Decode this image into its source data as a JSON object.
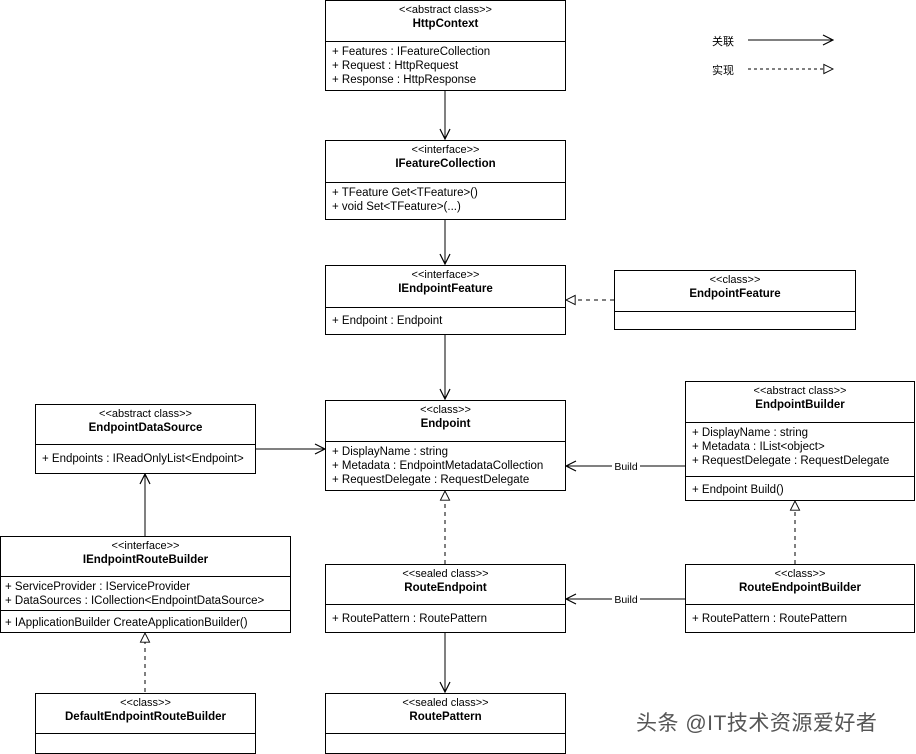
{
  "legend": {
    "association": "关联",
    "realization": "实现"
  },
  "edge_labels": {
    "build": "Build"
  },
  "classes": {
    "http_context": {
      "stereotype": "<<abstract class>>",
      "name": "HttpContext",
      "attributes": [
        "+ Features : IFeatureCollection",
        "+ Request : HttpRequest",
        "+ Response : HttpResponse"
      ],
      "operations": []
    },
    "ifeature_collection": {
      "stereotype": "<<interface>>",
      "name": "IFeatureCollection",
      "attributes": [
        "+ TFeature Get<TFeature>()",
        "+ void Set<TFeature>(...)"
      ],
      "operations": []
    },
    "iendpoint_feature": {
      "stereotype": "<<interface>>",
      "name": "IEndpointFeature",
      "attributes": [
        "+ Endpoint : Endpoint"
      ],
      "operations": []
    },
    "endpoint_feature": {
      "stereotype": "<<class>>",
      "name": "EndpointFeature",
      "attributes": [],
      "operations": []
    },
    "endpoint": {
      "stereotype": "<<class>>",
      "name": "Endpoint",
      "attributes": [
        "+ DisplayName : string",
        "+ Metadata : EndpointMetadataCollection",
        "+ RequestDelegate : RequestDelegate"
      ],
      "operations": []
    },
    "endpoint_data_source": {
      "stereotype": "<<abstract class>>",
      "name": "EndpointDataSource",
      "attributes": [
        "+ Endpoints : IReadOnlyList<Endpoint>"
      ],
      "operations": []
    },
    "endpoint_builder": {
      "stereotype": "<<abstract class>>",
      "name": "EndpointBuilder",
      "attributes": [
        "+ DisplayName : string",
        "+ Metadata : IList<object>",
        "+ RequestDelegate : RequestDelegate"
      ],
      "operations": [
        "+ Endpoint Build()"
      ]
    },
    "iendpoint_route_builder": {
      "stereotype": "<<interface>>",
      "name": "IEndpointRouteBuilder",
      "attributes": [
        "+ ServiceProvider : IServiceProvider",
        "+ DataSources : ICollection<EndpointDataSource>"
      ],
      "operations": [
        "+ IApplicationBuilder CreateApplicationBuilder()"
      ]
    },
    "route_endpoint": {
      "stereotype": "<<sealed class>>",
      "name": "RouteEndpoint",
      "attributes": [
        "+ RoutePattern : RoutePattern"
      ],
      "operations": []
    },
    "route_endpoint_builder": {
      "stereotype": "<<class>>",
      "name": "RouteEndpointBuilder",
      "attributes": [
        "+ RoutePattern : RoutePattern"
      ],
      "operations": []
    },
    "default_endpoint_route_builder": {
      "stereotype": "<<class>>",
      "name": "DefaultEndpointRouteBuilder",
      "attributes": [],
      "operations": []
    },
    "route_pattern": {
      "stereotype": "<<sealed class>>",
      "name": "RoutePattern",
      "attributes": [],
      "operations": []
    }
  },
  "watermark": "头条 @IT技术资源爱好者"
}
